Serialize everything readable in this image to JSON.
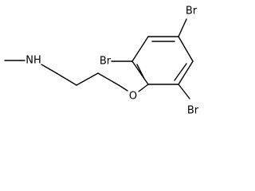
{
  "structure": {
    "atoms": {
      "methylamine_nitrogen": "NH",
      "ether_oxygen": "O",
      "bromine_top_right": "Br",
      "bromine_left": "Br",
      "bromine_bottom_right": "Br"
    }
  },
  "colors": {
    "background": "#ffffff",
    "ink": "#000000"
  }
}
